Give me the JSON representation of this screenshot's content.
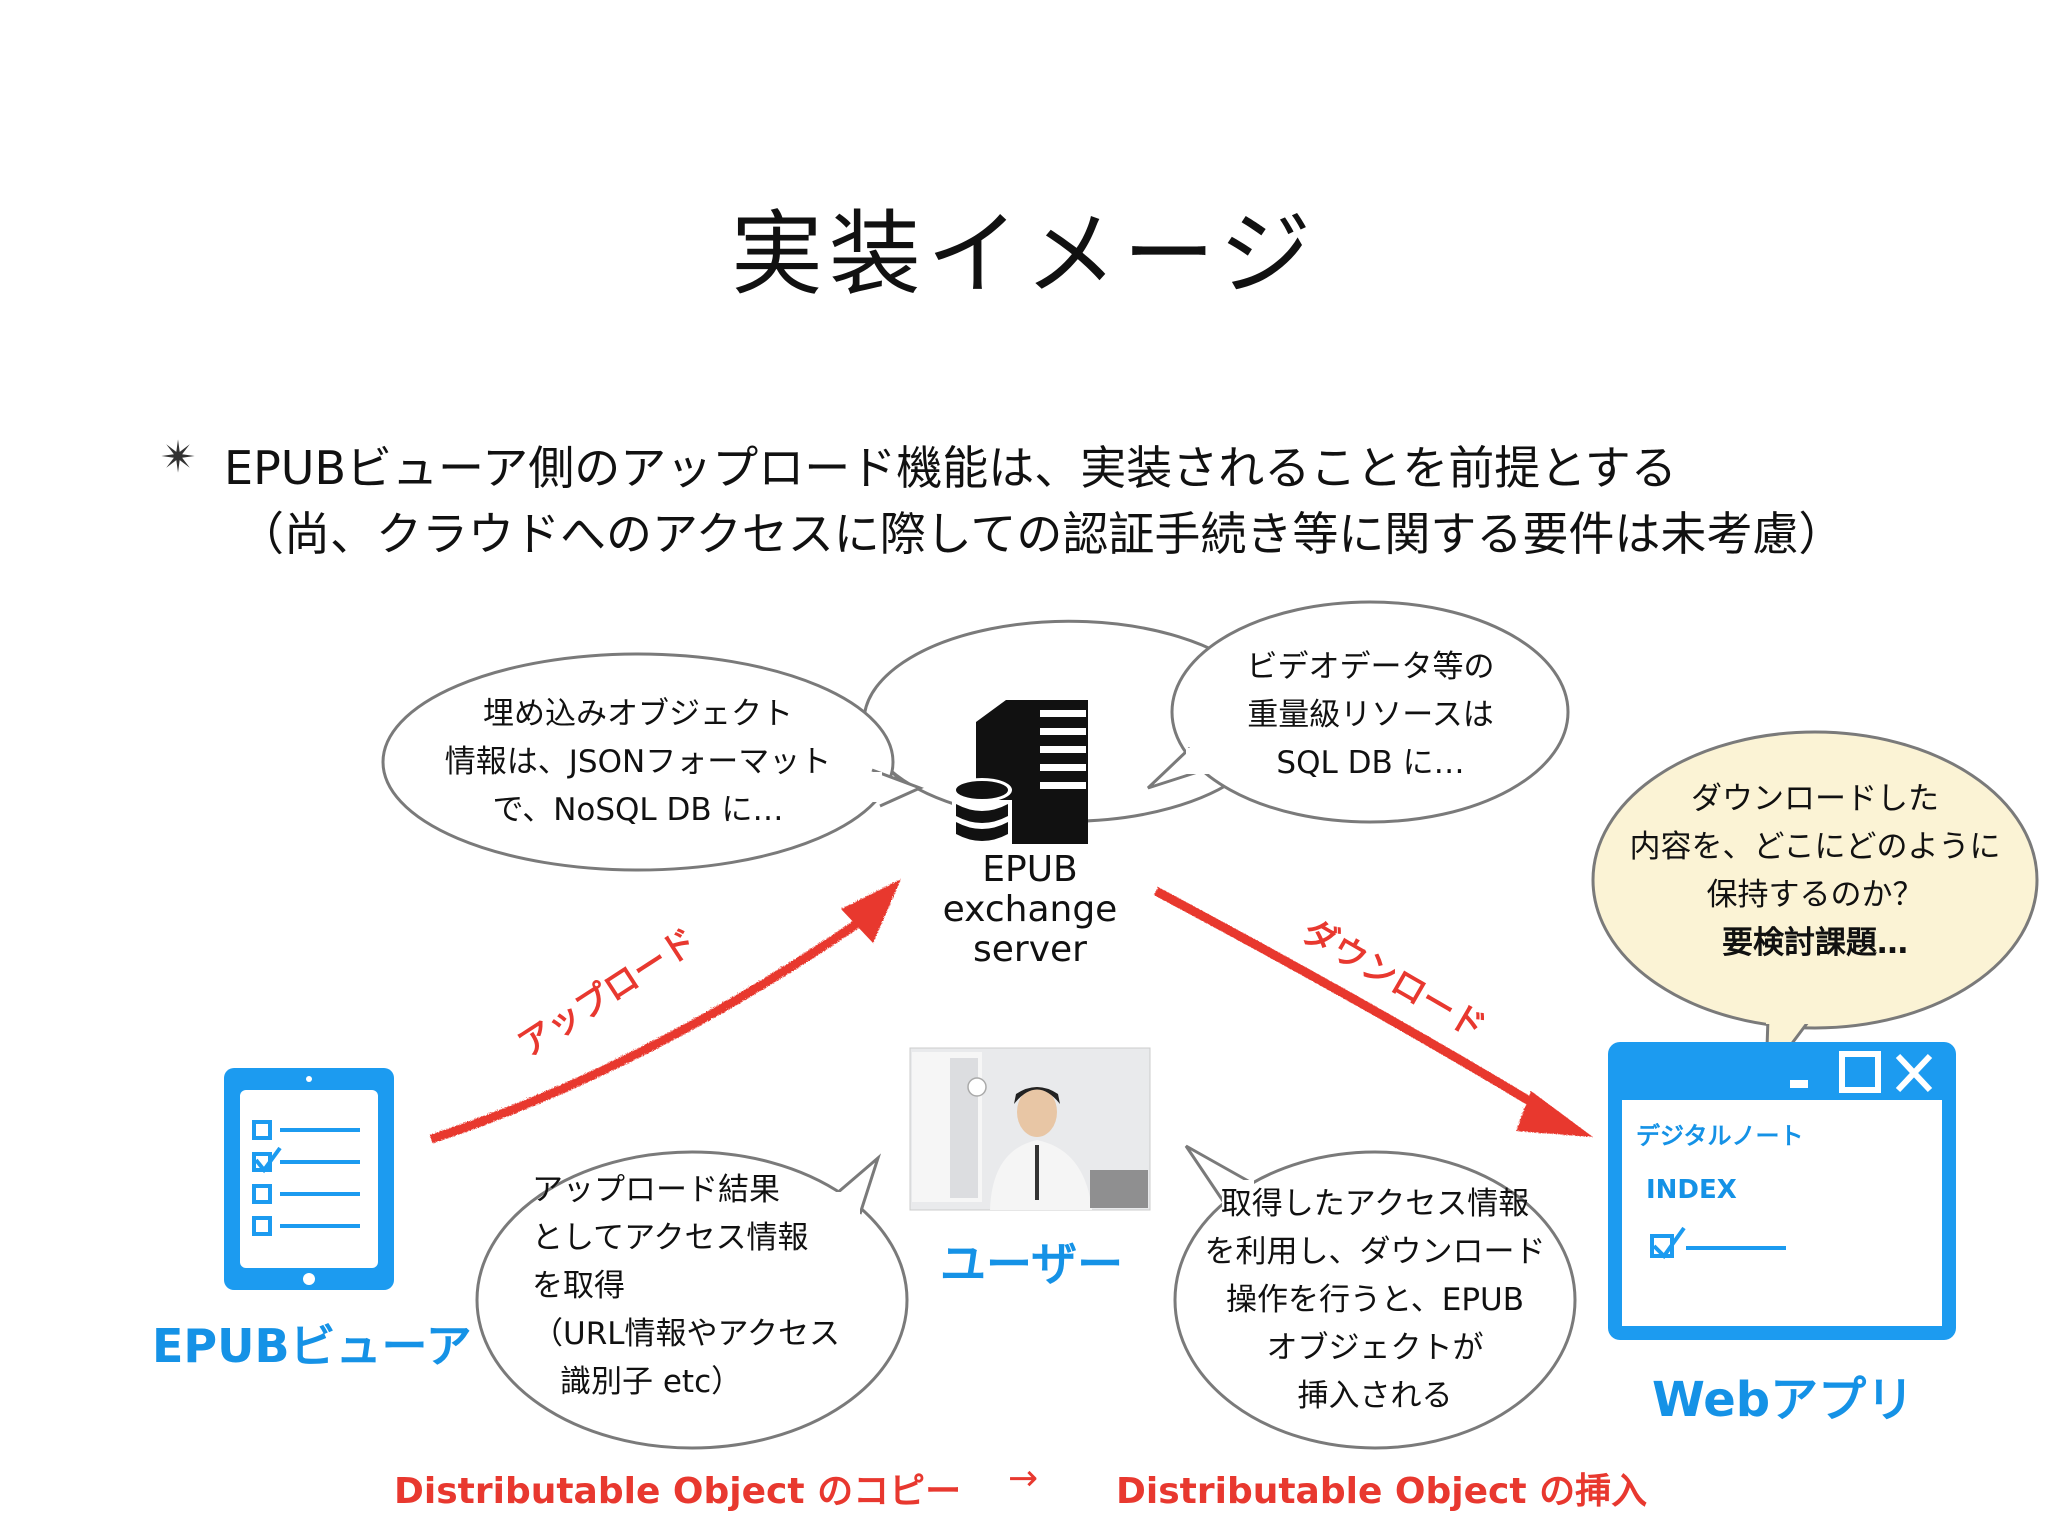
{
  "slide": {
    "title": "実装イメージ",
    "bullet_marker": "✴",
    "bullet_line1": "EPUBビューア側のアップロード機能は、実装されることを前提とする",
    "bullet_line2": "（尚、クラウドへのアクセスに際しての認証手続き等に関する要件は未考慮）"
  },
  "server": {
    "label_lines": [
      "EPUB",
      "exchange",
      "server"
    ],
    "icon": "server-database-icon"
  },
  "bubbles": {
    "embed": [
      "埋め込みオブジェクト",
      "情報は、JSONフォーマット",
      "で、NoSQL DB に…"
    ],
    "video": [
      "ビデオデータ等の",
      "重量級リソースは",
      "SQL DB に…"
    ],
    "download_q": [
      "ダウンロードした",
      "内容を、どこにどのように",
      "保持するのか？",
      "要検討課題…"
    ],
    "upload_result": [
      "アップロード結果",
      "としてアクセス情報",
      "を取得",
      "（URL情報やアクセス",
      "識別子 etc）"
    ],
    "insert": [
      "取得したアクセス情報",
      "を利用し、ダウンロード",
      "操作を行うと、EPUB",
      "オブジェクトが",
      "挿入される"
    ]
  },
  "arrows": {
    "upload_label": "アップロード",
    "download_label": "ダウンロード"
  },
  "epub_viewer": {
    "label": "EPUBビューア",
    "icon": "tablet-checklist-icon"
  },
  "user": {
    "label": "ユーザー",
    "photo": "user-at-computer-photo"
  },
  "web_app": {
    "label": "Webアプリ",
    "window_title": "デジタルノート",
    "index_label": "INDEX",
    "icon": "browser-window-icon"
  },
  "footer": {
    "left": "Distributable Object のコピー",
    "arrow": "→",
    "right": "Distributable Object の挿入"
  },
  "colors": {
    "blue": "#1592e6",
    "red": "#e8382f",
    "bubble_fill": "#ffffff",
    "bubble_yellow": "#fbf3d5",
    "bubble_stroke": "#7a7a7a"
  }
}
